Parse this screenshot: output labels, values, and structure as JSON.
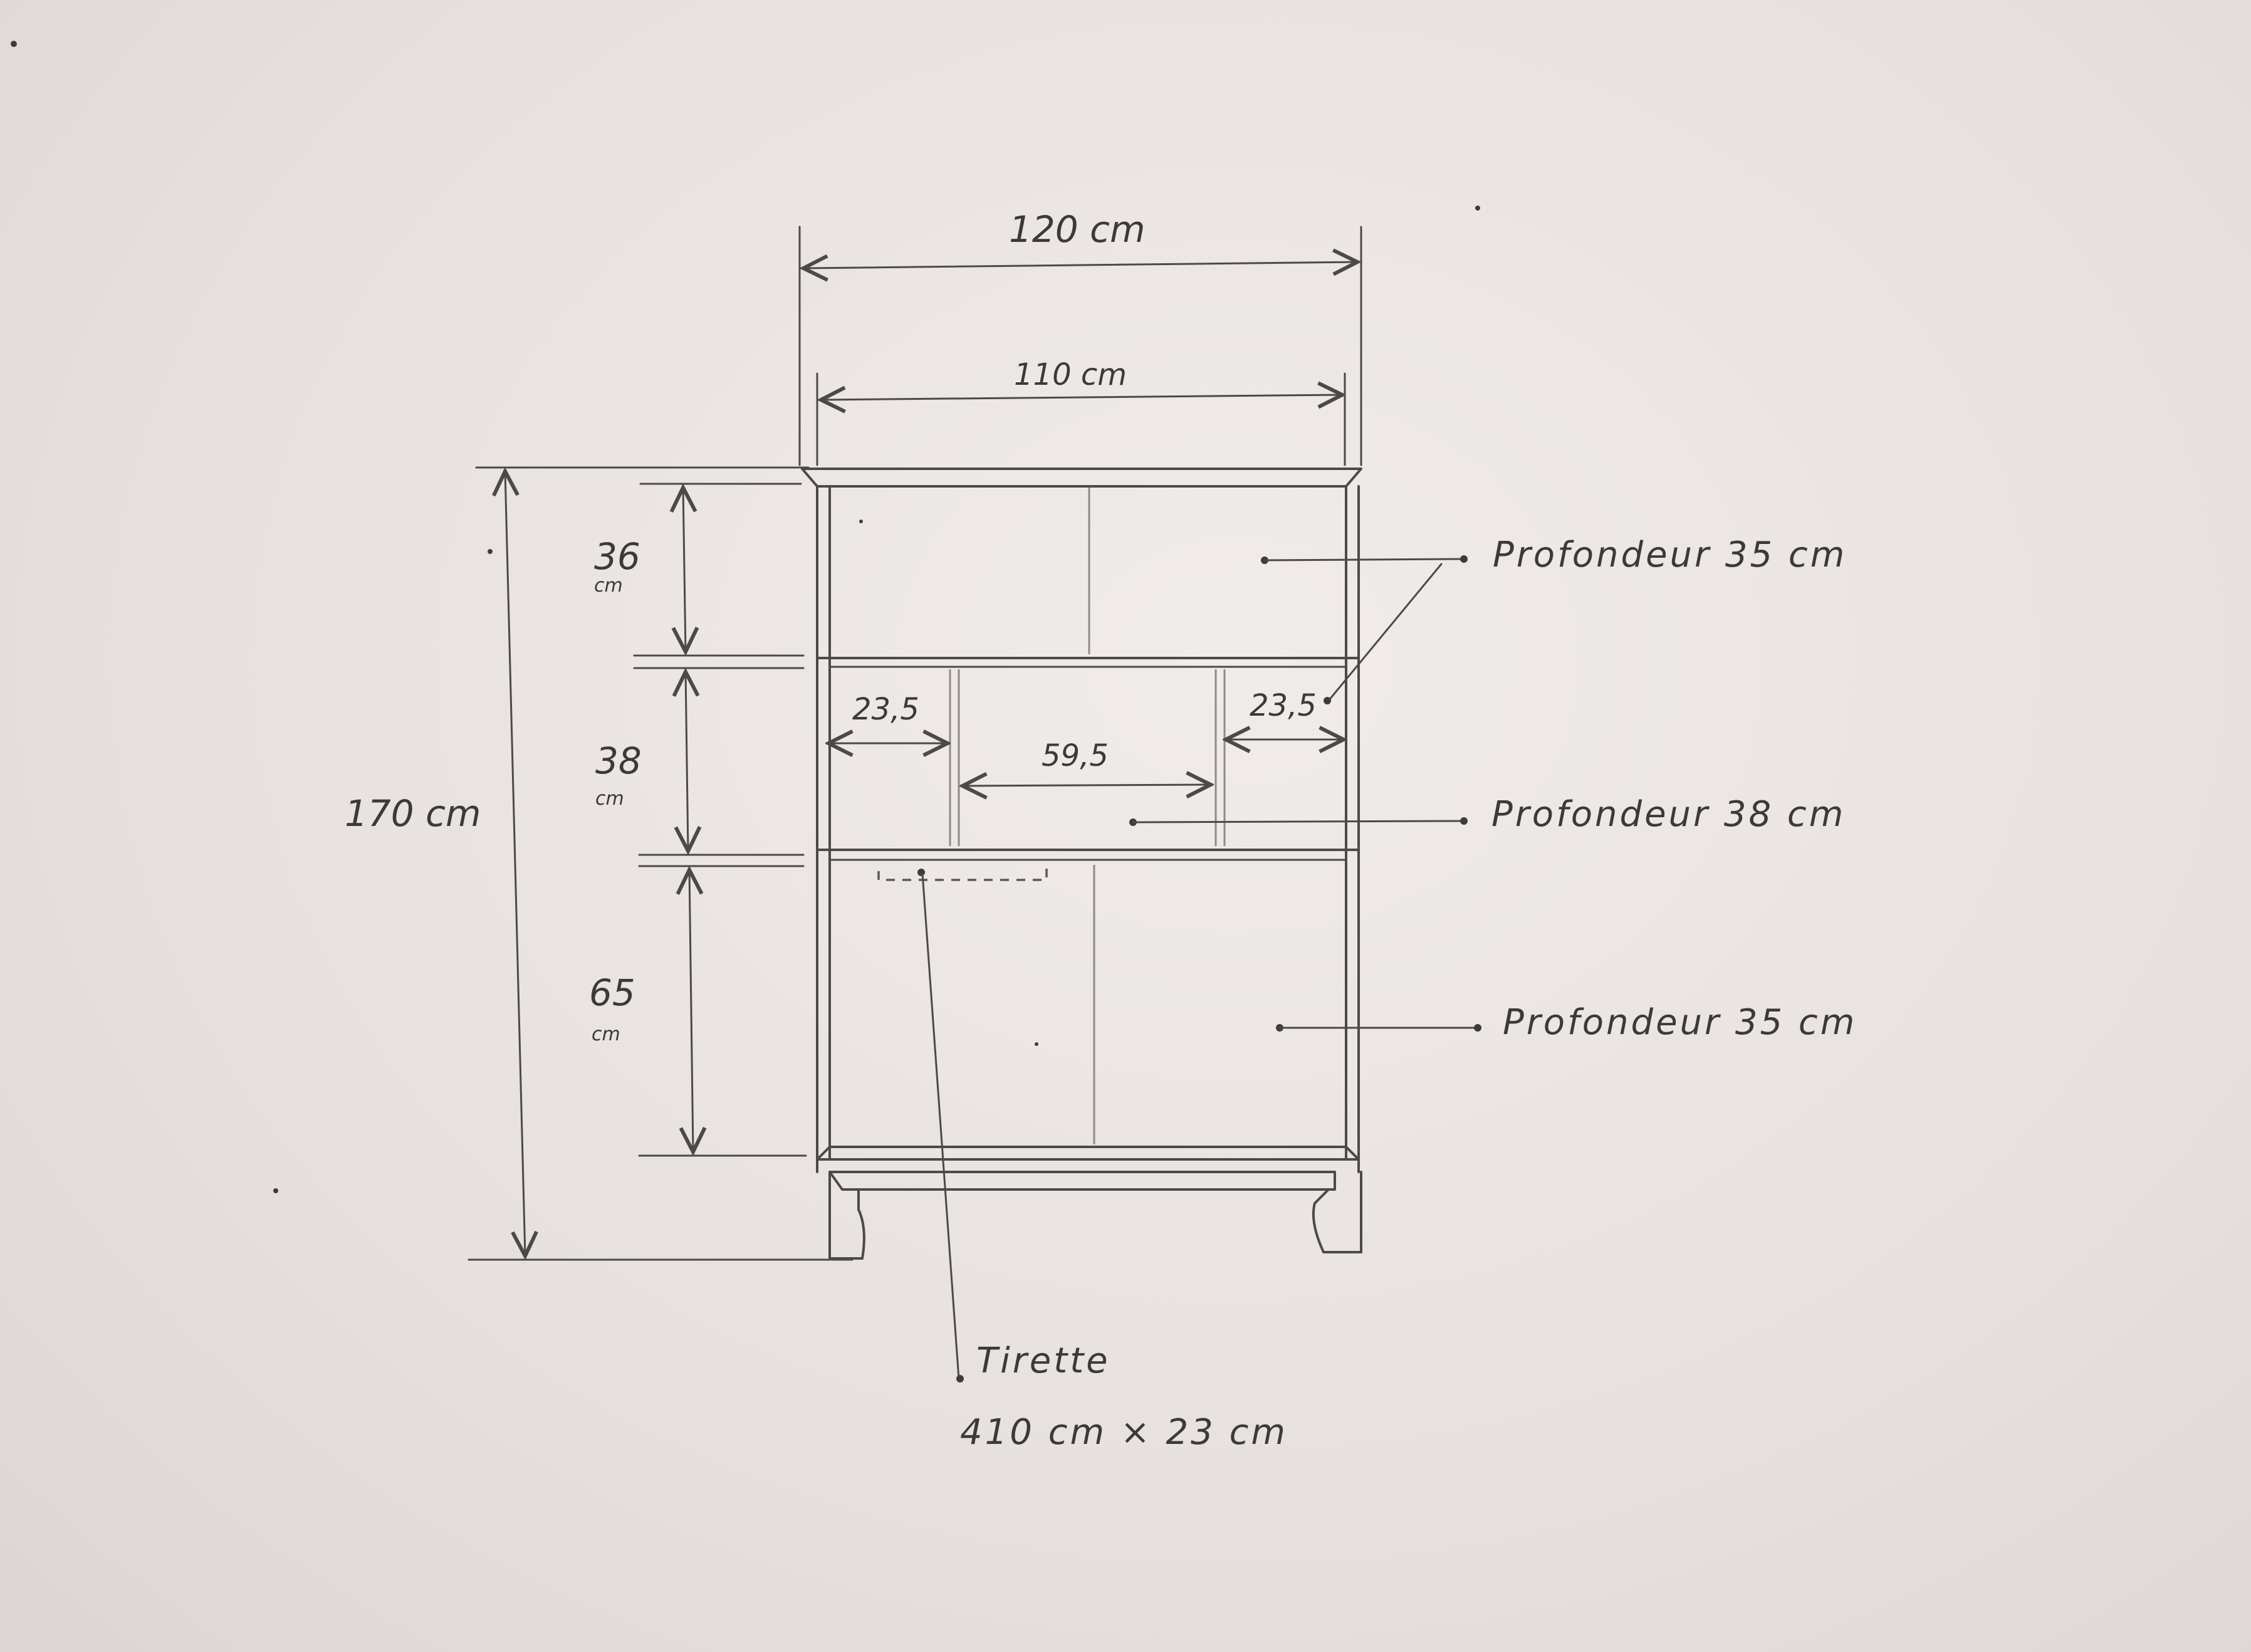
{
  "dimensions": {
    "outer_width": "120 cm",
    "inner_width": "110 cm",
    "total_height": "170 cm",
    "top_section_height": "36",
    "middle_section_height": "38",
    "bottom_section_height": "65",
    "height_unit": "cm",
    "left_compartment": "23,5",
    "center_compartment": "59,5",
    "right_compartment": "23,5"
  },
  "notes": {
    "depth_top": "Profondeur 35 cm",
    "depth_middle": "Profondeur 38 cm",
    "depth_bottom": "Profondeur 35 cm",
    "pullout_label": "Tirette",
    "pullout_size": "410 cm × 23 cm"
  }
}
